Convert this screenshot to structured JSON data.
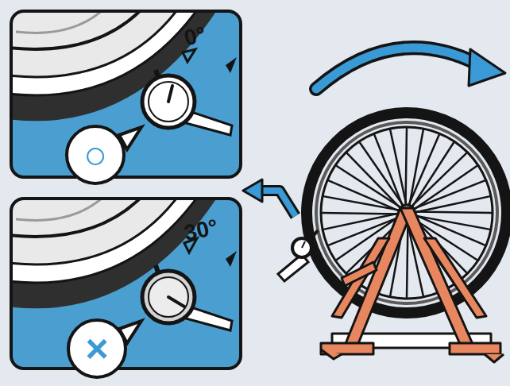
{
  "diagram": {
    "nodes": [
      {
        "text": [
          "0°"
        ]
      },
      {
        "text": [
          "○"
        ],
        "in": 0
      },
      {
        "text": [
          "30°"
        ]
      },
      {
        "text": [
          "×"
        ],
        "in": 2
      }
    ]
  }
}
